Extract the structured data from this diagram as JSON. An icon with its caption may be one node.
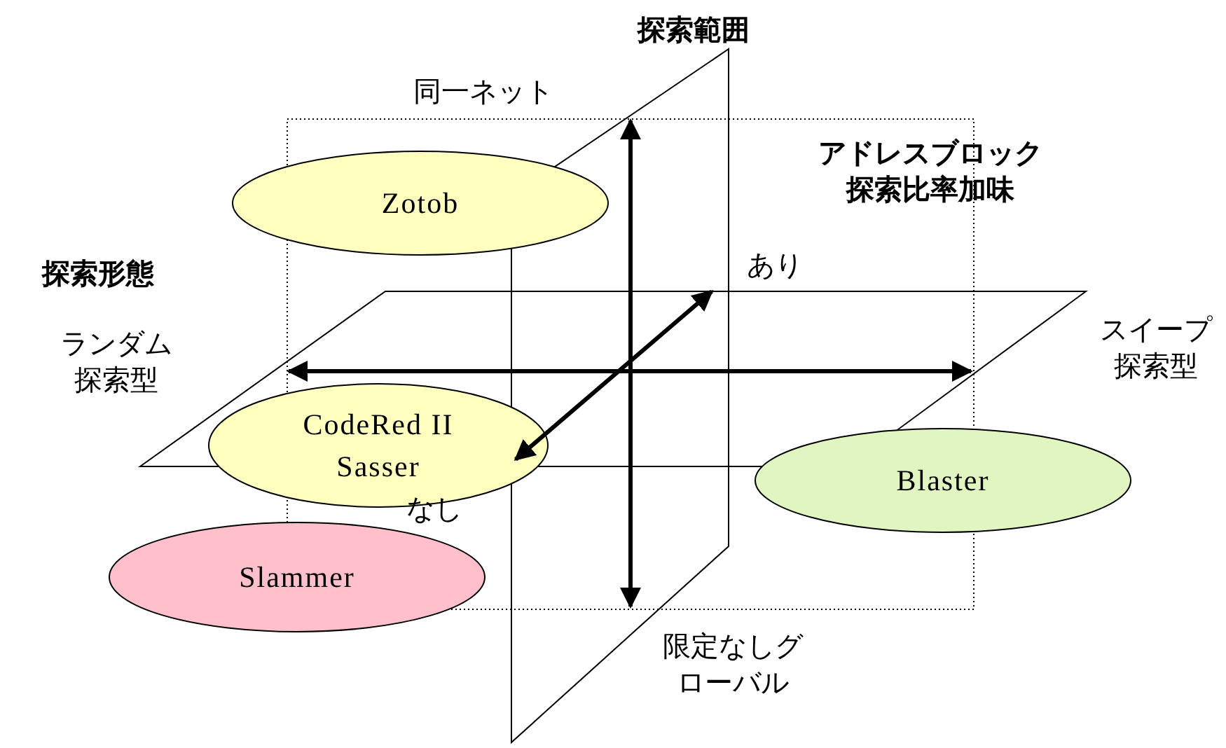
{
  "diagram": {
    "nodes": [
      {
        "text": [
          "Zotob"
        ]
      },
      {
        "text": [
          "CodeRed II",
          "Sasser"
        ]
      },
      {
        "text": [
          "Blaster"
        ]
      },
      {
        "text": [
          "Slammer"
        ]
      }
    ],
    "labels": [
      "探索範囲",
      "同一ネット",
      "アドレスブロック探索比率加味",
      "探索形態",
      "あり",
      "ランダム探索型",
      "スイープ探索型",
      "なし",
      "限定なしグローバル"
    ]
  }
}
